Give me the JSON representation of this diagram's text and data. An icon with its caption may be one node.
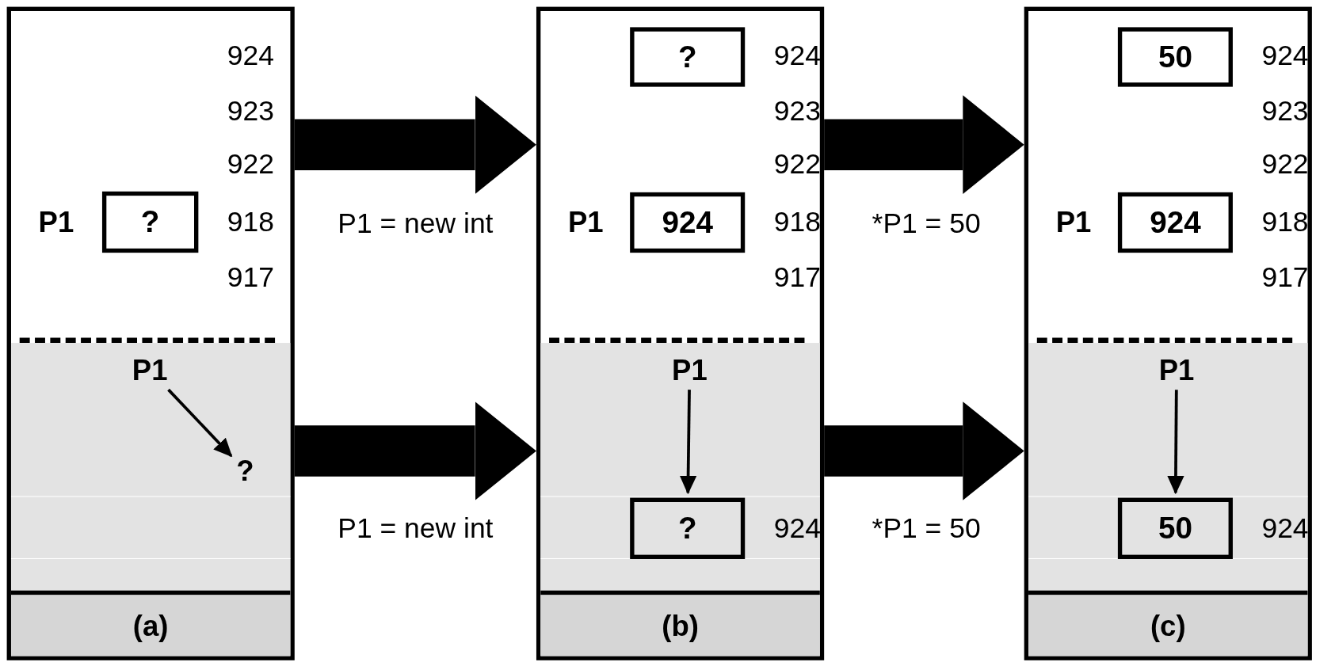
{
  "diagram": {
    "nodes": [
      {
        "text": [
          "(a)"
        ]
      },
      {
        "text": [
          "?"
        ],
        "beside": [
          "P1"
        ],
        "in": 0
      },
      {
        "text": [
          "P1"
        ],
        "in": 0
      },
      {
        "text": [
          "?"
        ],
        "in": 0
      },
      {
        "text": [
          "(b)"
        ]
      },
      {
        "text": [
          "?"
        ],
        "in": 4
      },
      {
        "text": [
          "924"
        ],
        "beside": [
          "P1"
        ],
        "in": 4
      },
      {
        "text": [
          "P1"
        ],
        "in": 4
      },
      {
        "text": [
          "?"
        ],
        "in": 4
      },
      {
        "text": [
          "(c)"
        ]
      },
      {
        "text": [
          "50"
        ],
        "in": 9
      },
      {
        "text": [
          "924"
        ],
        "beside": [
          "P1"
        ],
        "in": 9
      },
      {
        "text": [
          "P1"
        ],
        "in": 9
      },
      {
        "text": [
          "50"
        ],
        "in": 9
      }
    ],
    "edges": [
      {
        "from": 2,
        "to": 3,
        "arrow": "to"
      },
      {
        "from": 0,
        "to": 4,
        "arrow": "to",
        "label": "P1 = new int"
      },
      {
        "from": 0,
        "to": 4,
        "arrow": "to",
        "label": "P1 = new int"
      },
      {
        "from": 7,
        "to": 8,
        "arrow": "to"
      },
      {
        "from": 4,
        "to": 9,
        "arrow": "to",
        "label": "*P1 = 50"
      },
      {
        "from": 4,
        "to": 9,
        "arrow": "to",
        "label": "*P1 = 50"
      },
      {
        "from": 12,
        "to": 13,
        "arrow": "to"
      }
    ],
    "labels": [
      "924",
      "923",
      "922",
      "918",
      "917",
      "924",
      "923",
      "922",
      "918",
      "917",
      "924",
      "924",
      "923",
      "922",
      "918",
      "917",
      "924"
    ]
  }
}
